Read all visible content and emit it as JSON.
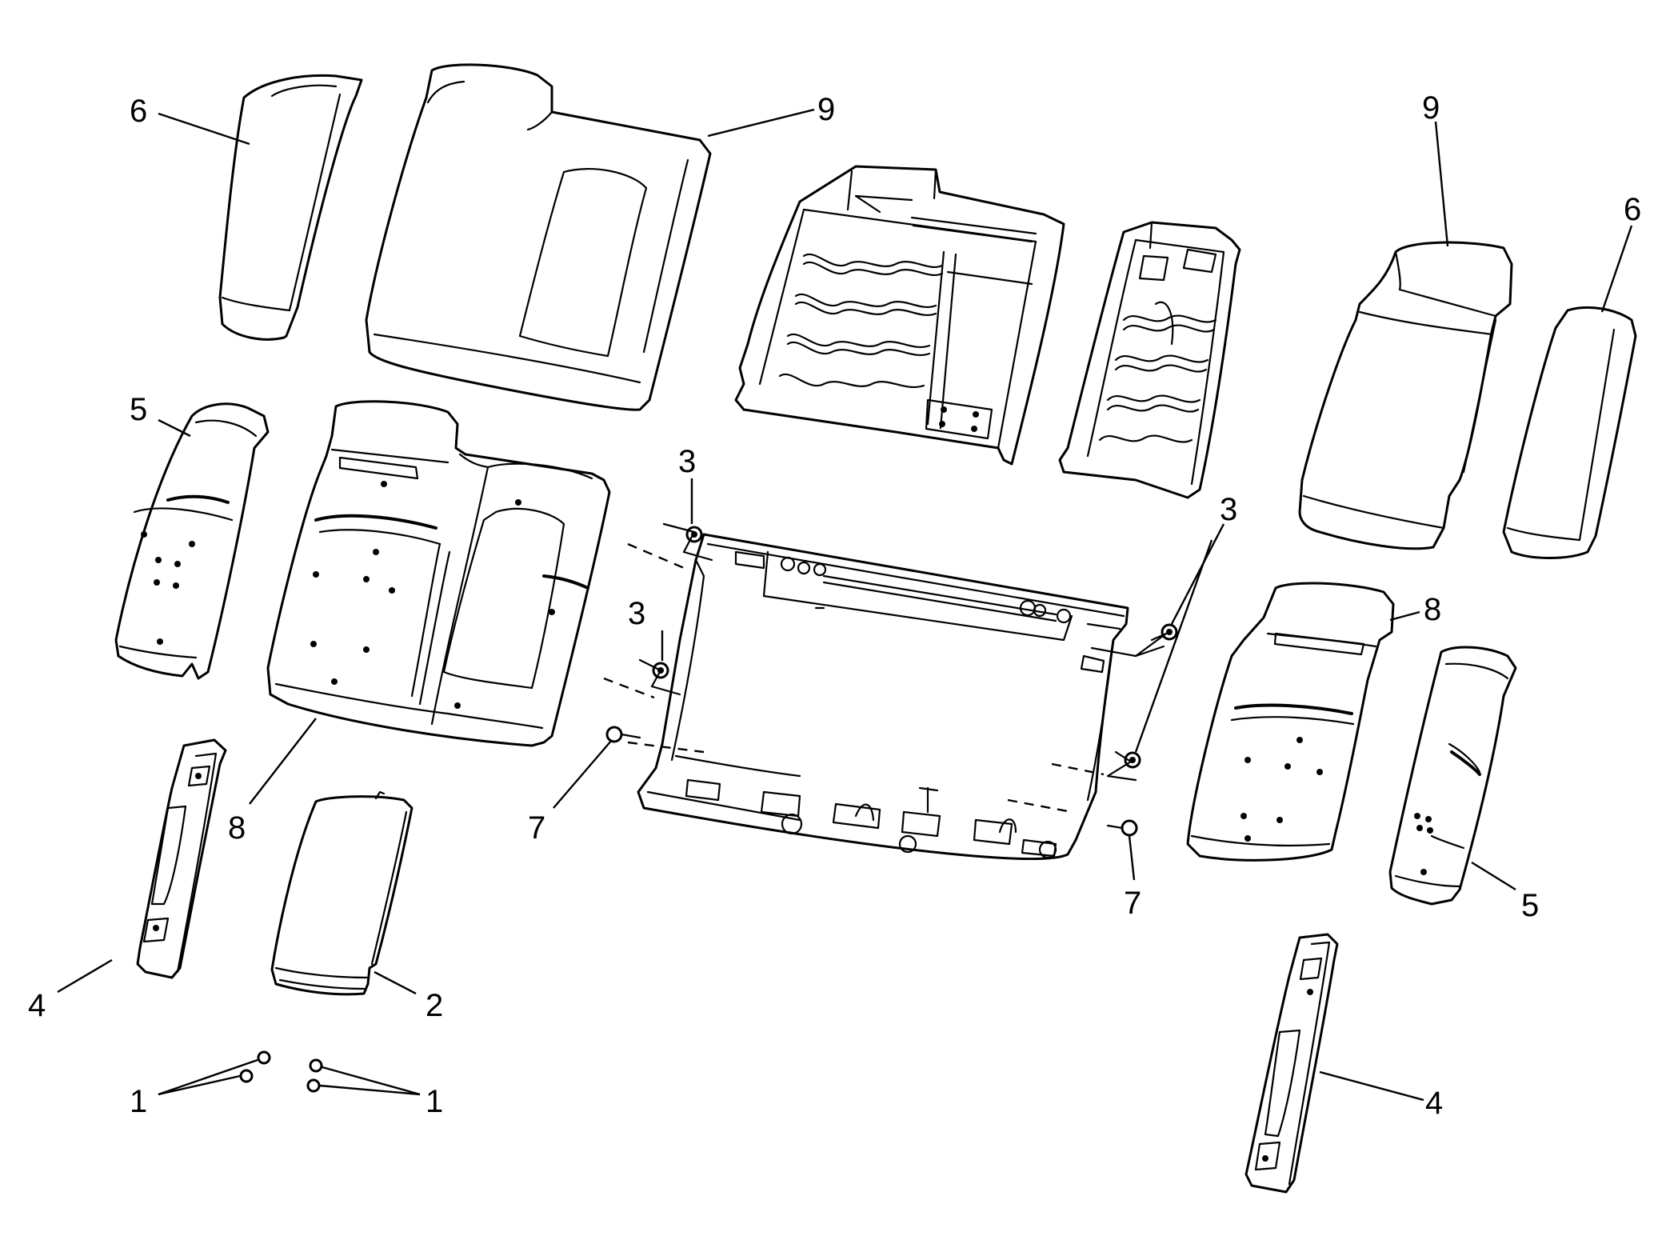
{
  "diagram": {
    "callouts": [
      {
        "id": "c6-left",
        "label": "6"
      },
      {
        "id": "c9-left",
        "label": "9"
      },
      {
        "id": "c9-right",
        "label": "9"
      },
      {
        "id": "c6-right",
        "label": "6"
      },
      {
        "id": "c5-left",
        "label": "5"
      },
      {
        "id": "c3-top",
        "label": "3"
      },
      {
        "id": "c3-right",
        "label": "3"
      },
      {
        "id": "c3-mid",
        "label": "3"
      },
      {
        "id": "c8-right",
        "label": "8"
      },
      {
        "id": "c8-left",
        "label": "8"
      },
      {
        "id": "c7-left",
        "label": "7"
      },
      {
        "id": "c7-right",
        "label": "7"
      },
      {
        "id": "c5-right",
        "label": "5"
      },
      {
        "id": "c4-left",
        "label": "4"
      },
      {
        "id": "c2",
        "label": "2"
      },
      {
        "id": "c1-left",
        "label": "1"
      },
      {
        "id": "c1-right",
        "label": "1"
      },
      {
        "id": "c4-right",
        "label": "4"
      }
    ]
  },
  "colors": {
    "line": "#000000",
    "background": "#ffffff"
  }
}
